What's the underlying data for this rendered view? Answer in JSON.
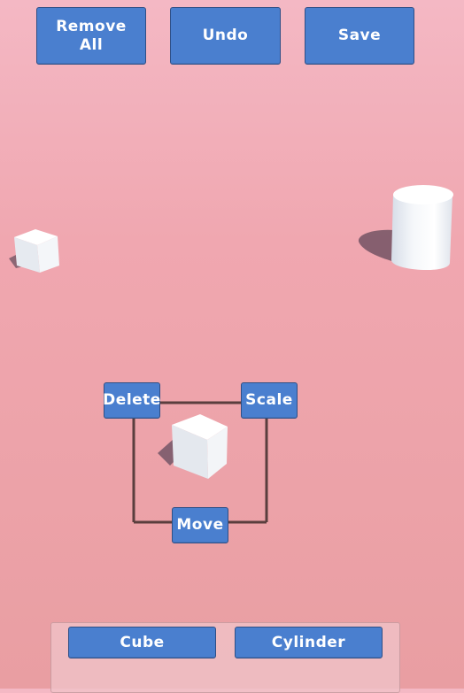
{
  "toolbar": {
    "remove_all_label_line1": "Remove",
    "remove_all_label_line2": "All",
    "undo_label": "Undo",
    "save_label": "Save"
  },
  "selection_menu": {
    "delete_label": "Delete",
    "scale_label": "Scale",
    "move_label": "Move"
  },
  "spawn_panel": {
    "cube_label": "Cube",
    "cylinder_label": "Cylinder"
  },
  "scene_objects": [
    {
      "kind": "cube",
      "state": "unselected"
    },
    {
      "kind": "cylinder",
      "state": "unselected"
    },
    {
      "kind": "cube",
      "state": "selected"
    }
  ],
  "colors": {
    "button_fill": "#4a7fcf",
    "button_border": "#2f4f86",
    "background_top": "#f4b8c4",
    "background_bottom": "#e99ea2",
    "selection_frame": "#5a3e3e"
  }
}
